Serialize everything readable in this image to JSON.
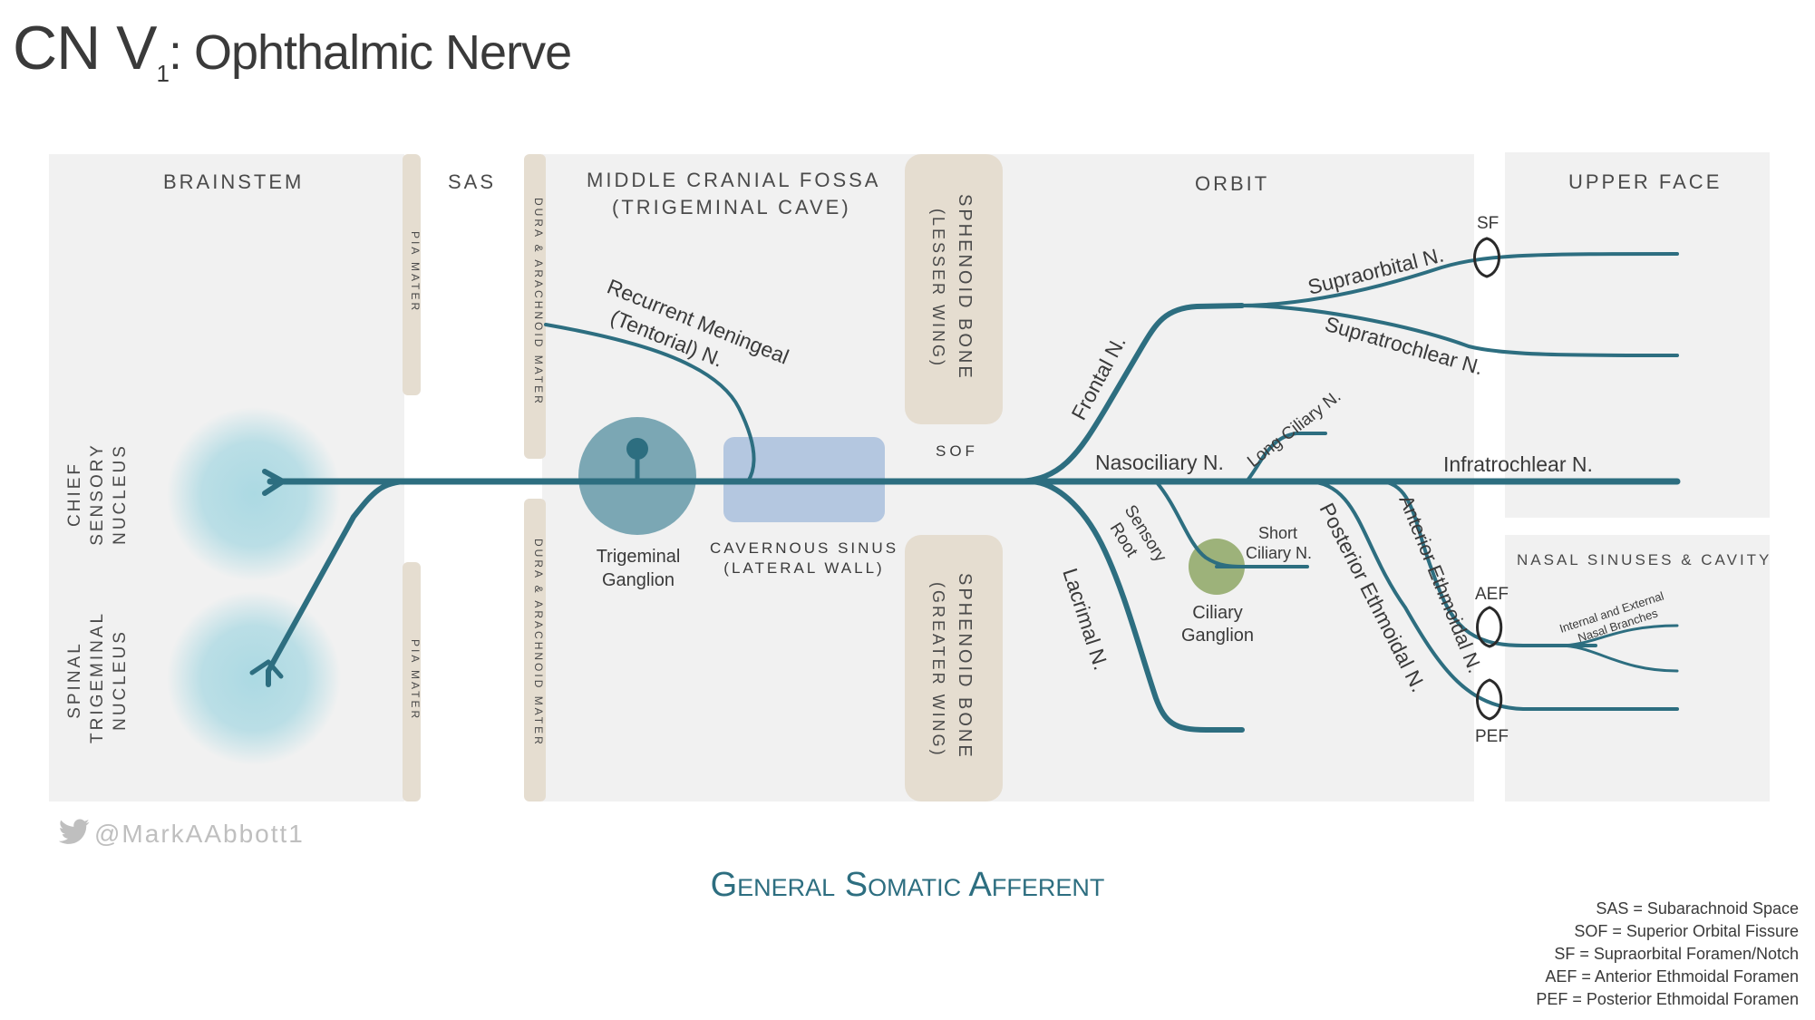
{
  "title": {
    "main": "CN V",
    "subscript": "1",
    "rest": ": Ophthalmic Nerve"
  },
  "regions": {
    "brainstem": "Brainstem",
    "sas": "SAS",
    "middle_fossa_line1": "Middle Cranial Fossa",
    "middle_fossa_line2": "(Trigeminal Cave)",
    "orbit": "Orbit",
    "upper_face": "Upper Face",
    "nasal": "Nasal Sinuses & Cavity"
  },
  "membranes": {
    "pia_upper": "Pia Mater",
    "pia_lower": "Pia Mater",
    "dura_upper": "Dura & Arachnoid Mater",
    "dura_lower": "Dura & Arachnoid Mater"
  },
  "bones": {
    "lesser_line1": "Sphenoid Bone",
    "lesser_line2": "(Lesser Wing)",
    "greater_line1": "Sphenoid Bone",
    "greater_line2": "(Greater Wing)"
  },
  "nuclei": {
    "chief": [
      "Chief",
      "Sensory",
      "Nucleus"
    ],
    "spinal": [
      "Spinal",
      "Trigeminal",
      "Nucleus"
    ]
  },
  "structures": {
    "trigeminal_ganglion": [
      "Trigeminal",
      "Ganglion"
    ],
    "cavernous_sinus": [
      "Cavernous Sinus",
      "(Lateral Wall)"
    ],
    "sof": "SOF",
    "ciliary_ganglion": [
      "Ciliary",
      "Ganglion"
    ]
  },
  "nerves": {
    "recurrent_meningeal": [
      "Recurrent Meningeal",
      "(Tentorial) N."
    ],
    "frontal": "Frontal N.",
    "supraorbital": "Supraorbital N.",
    "supratrochlear": "Supratrochlear N.",
    "nasociliary": "Nasociliary N.",
    "long_ciliary": "Long Ciliary N.",
    "infratrochlear": "Infratrochlear N.",
    "sensory_root": [
      "Sensory",
      "Root"
    ],
    "short_ciliary": [
      "Short",
      "Ciliary N."
    ],
    "posterior_ethmoidal": "Posterior Ethmoidal N.",
    "anterior_ethmoidal": "Anterior Ethmoidal N.",
    "lacrimal": "Lacrimal N.",
    "nasal_branches": [
      "Internal and External",
      "Nasal Branches"
    ]
  },
  "foramina": {
    "sf": "SF",
    "aef": "AEF",
    "pef": "PEF"
  },
  "twitter": "@MarkAAbbott1",
  "subtitle": "General Somatic Afferent",
  "footnotes": [
    "SAS = Subarachnoid Space",
    "SOF = Superior Orbital Fissure",
    "SF = Supraorbital Foramen/Notch",
    "AEF = Anterior Ethmoidal Foramen",
    "PEF = Posterior Ethmoidal Foramen"
  ],
  "colors": {
    "nerve": "#2d6e80",
    "region": "#f1f1f1",
    "bone": "#e5ddd0",
    "nucleus": "#a8d8e2",
    "trigeminal_ganglion": "#7ba7b4",
    "cavernous_sinus": "#b4c7e0",
    "ciliary_ganglion": "#9db27a"
  }
}
